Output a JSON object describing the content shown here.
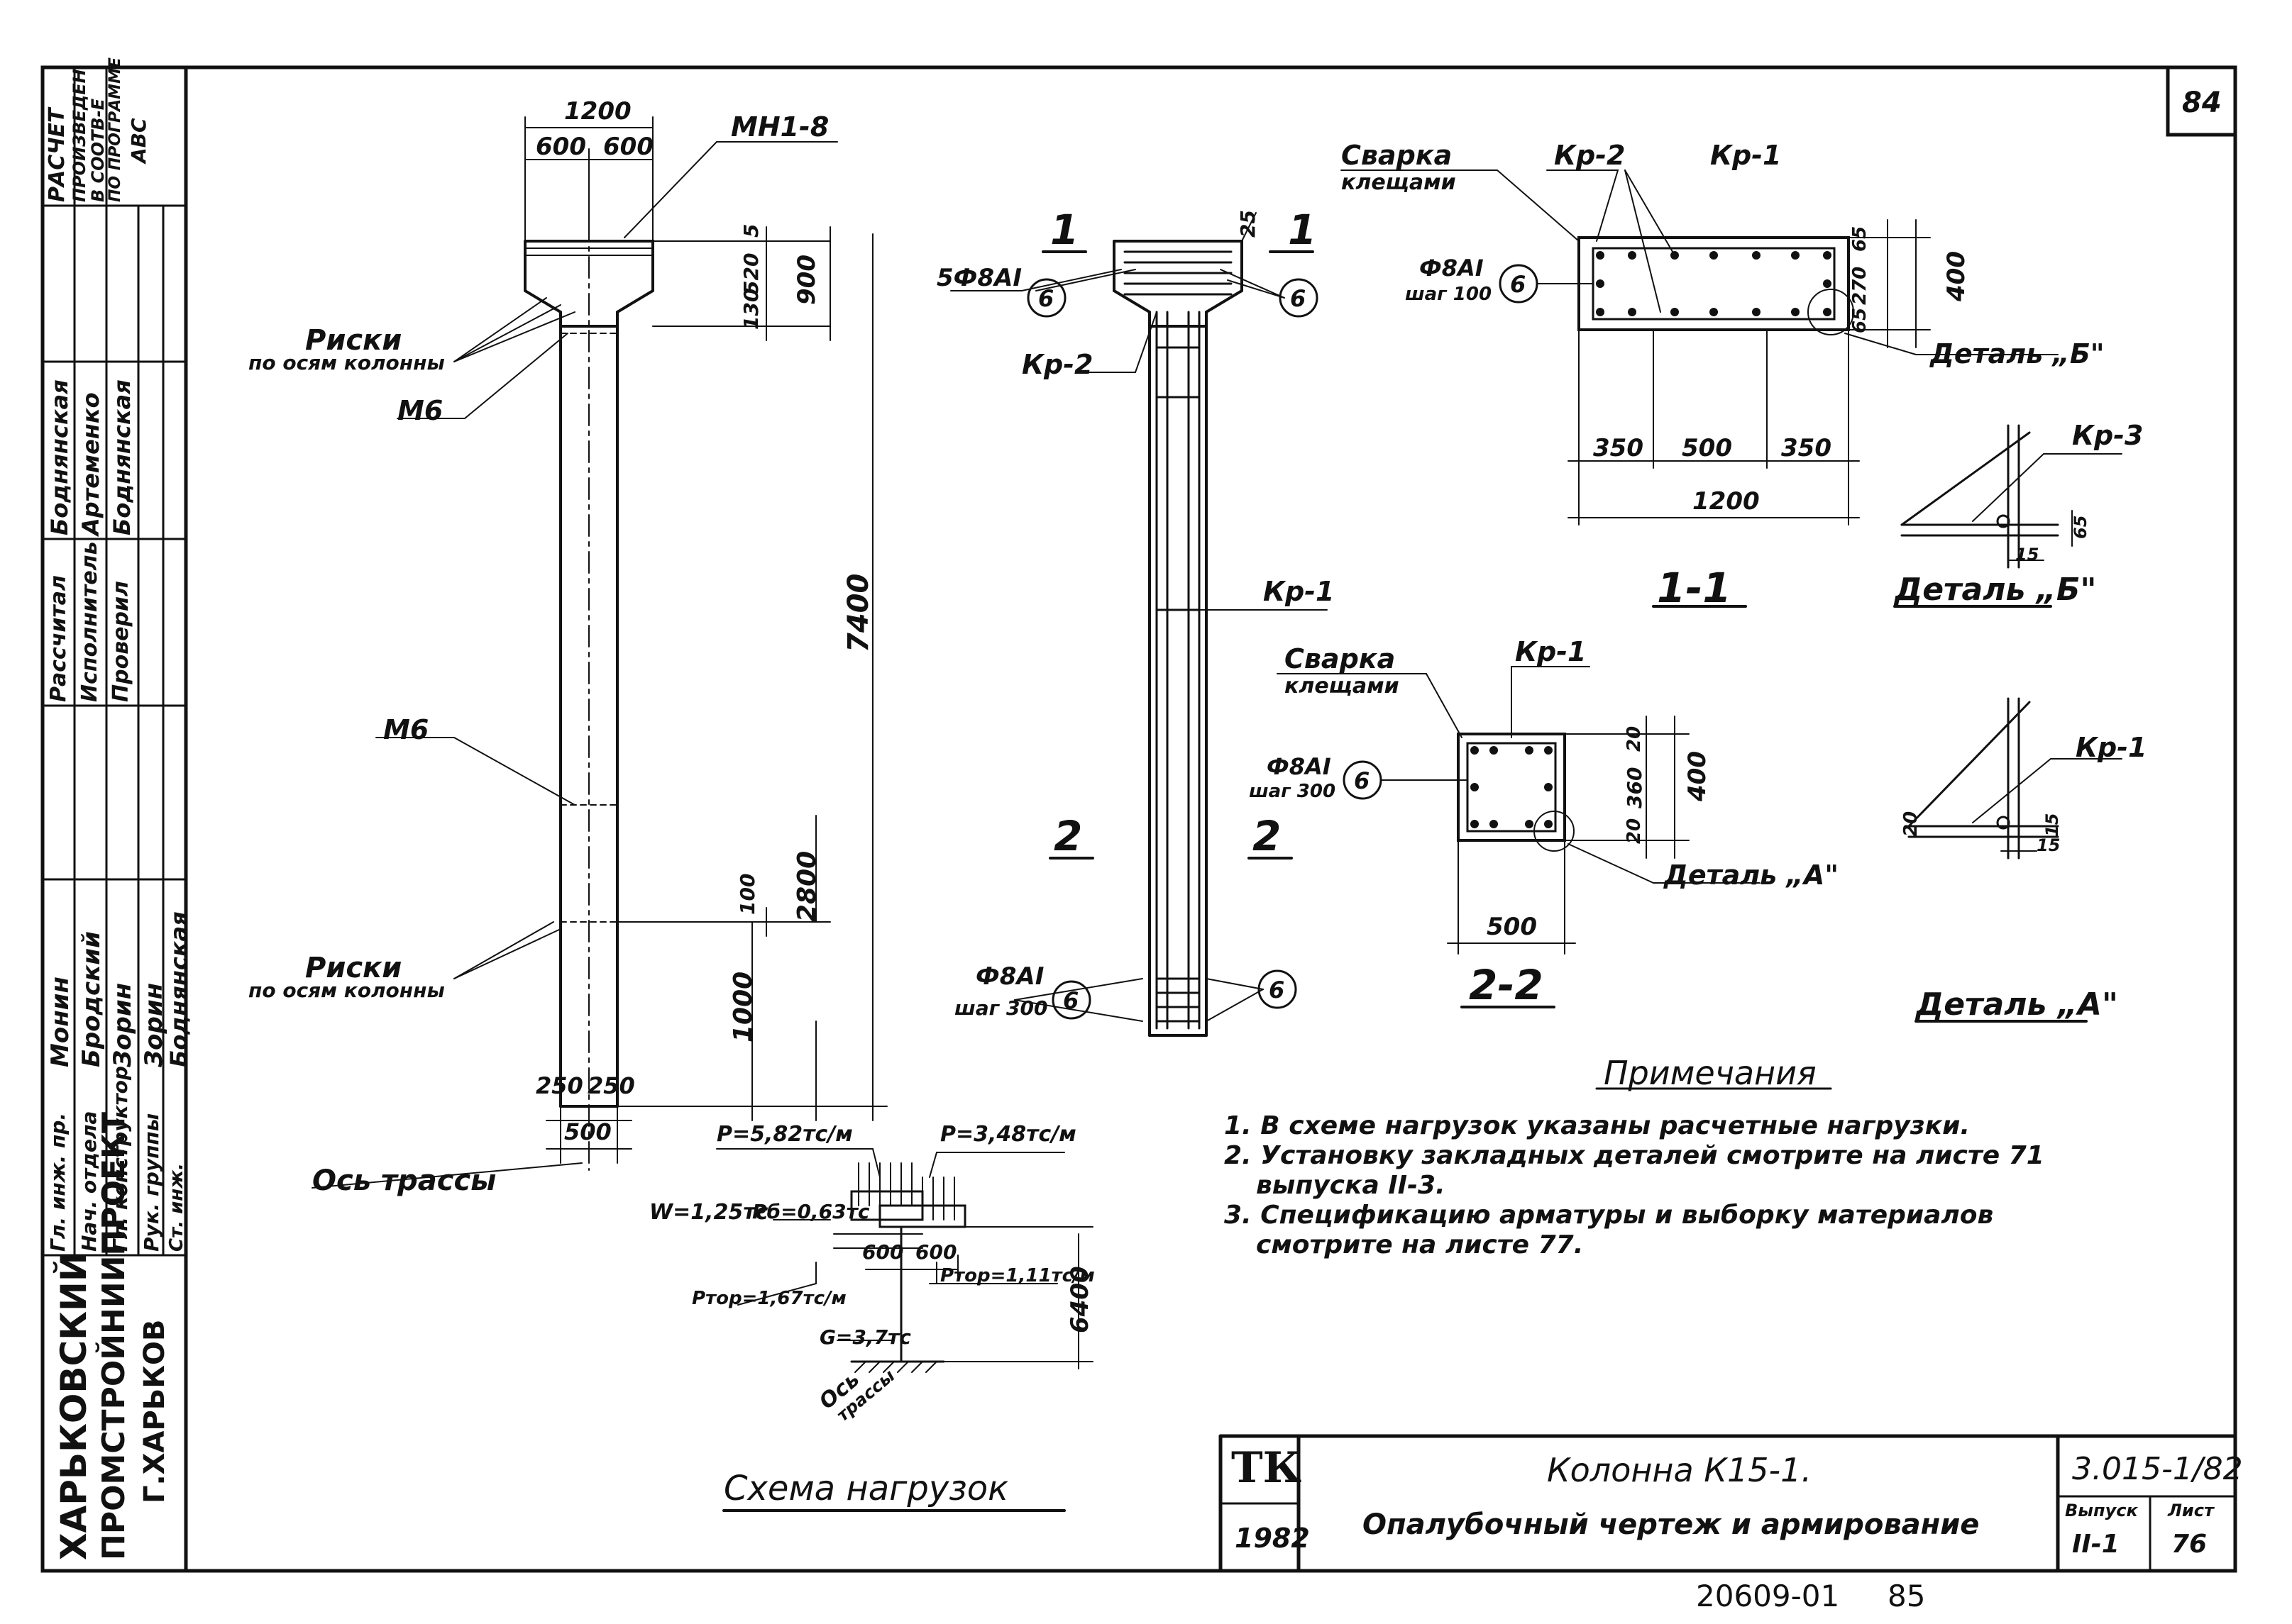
{
  "sheet_number": "84",
  "left_stamp": {
    "organization_line1": "ХАРЬКОВСКИЙ",
    "organization_line2": "ПРОМСТРОЙНИИПРОЕКТ",
    "organization_line3": "Г.ХАРЬКОВ",
    "roles": [
      "Гл. инж. пр.",
      "Нач. отдела",
      "Гл. конструктор",
      "Рук. группы",
      "Ст. инж."
    ],
    "names": [
      "Монин",
      "Бродский",
      "Зорин",
      "Зорин",
      "Боднянская"
    ],
    "roles2": [
      "Рассчитал",
      "Исполнитель",
      "Проверил"
    ],
    "names2": [
      "Боднянская",
      "Артеменко",
      "Боднянская"
    ],
    "calc_note": [
      "РАСЧЕТ",
      "ПРОИЗВЕДЕН",
      "В СООТВ-Е",
      "ПО ПРОГРАММЕ",
      "АВС"
    ]
  },
  "column_view": {
    "dims": {
      "top_width": "1200",
      "half_left": "600",
      "half_right": "600",
      "dim_5": "5",
      "dim_520": "520",
      "dim_130": "130",
      "dim_900": "900",
      "height": "7400",
      "dim_100": "100",
      "dim_2800": "2800",
      "dim_1000": "1000",
      "bottom_250a": "250",
      "bottom_250b": "250",
      "bottom_500": "500"
    },
    "labels": {
      "mn": "МН1-8",
      "riski_top": "Риски",
      "riski_top_sub": "по осям колонны",
      "m6_top": "М6",
      "m6_mid": "М6",
      "riski_bottom": "Риски",
      "riski_bottom_sub": "по осям колонны",
      "axis": "Ось трассы"
    }
  },
  "rebar_view": {
    "sec1_left": "1",
    "sec1_right": "1",
    "sec2_left": "2",
    "sec2_right": "2",
    "dim_25": "25",
    "top_bars": "5Ф8АI",
    "circle_6": "6",
    "kr2": "Кр-2",
    "kr1": "Кр-1",
    "bottom_bars": "Ф8АI",
    "bottom_step": "шаг 300"
  },
  "section_11": {
    "weld": "Сварка",
    "weld_sub": "клещами",
    "kr2": "Кр-2",
    "kr1": "Кр-1",
    "bars": "Ф8АI",
    "step": "шаг 100",
    "circle": "6",
    "d65a": "65",
    "d270": "270",
    "d65b": "65",
    "d400": "400",
    "detail": "Деталь „Б\"",
    "d350a": "350",
    "d500": "500",
    "d350b": "350",
    "d1200": "1200",
    "title": "1-1"
  },
  "detail_b": {
    "kr3": "Кр-3",
    "d65": "65",
    "d15": "15",
    "title": "Деталь „Б\""
  },
  "section_22": {
    "weld": "Сварка",
    "weld_sub": "клещами",
    "kr1": "Кр-1",
    "bars": "Ф8АI",
    "step": "шаг 300",
    "circle": "6",
    "d20a": "20",
    "d360": "360",
    "d20b": "20",
    "d400": "400",
    "detail": "Деталь „А\"",
    "d500": "500",
    "title": "2-2"
  },
  "detail_a": {
    "kr1": "Кр-1",
    "d20": "20",
    "d15a": "15",
    "d15b": "15",
    "title": "Деталь „А\""
  },
  "notes": {
    "title": "Примечания",
    "items": [
      "1. В схеме нагрузок указаны расчетные нагрузки.",
      "2. Установку закладных деталей смотрите на листе 71",
      "выпуска II-3.",
      "3. Спецификацию арматуры и выборку материалов",
      "смотрите на листе 77."
    ]
  },
  "load_scheme": {
    "p1": "P=5,82тс/м",
    "p2": "P=3,48тс/м",
    "w": "W=1,25тс",
    "pb": "Pб=0,63тс",
    "d600a": "600",
    "d600b": "600",
    "ptop1": "Pтор=1,67тс/м",
    "ptop2": "Pтор=1,11тс/м",
    "g": "G=3,7тс",
    "h": "6400",
    "axis": "Ось",
    "axis2": "трассы",
    "title": "Схема нагрузок"
  },
  "title_block": {
    "logo": "ТК",
    "year": "1982",
    "name": "Колонна К15-1.",
    "subtitle": "Опалубочный чертеж и армирование",
    "code": "3.015-1/82",
    "issue_label": "Выпуск",
    "issue": "II-1",
    "sheet_label": "Лист",
    "sheet": "76"
  },
  "bottom_number": "20609-01",
  "bottom_page": "85"
}
